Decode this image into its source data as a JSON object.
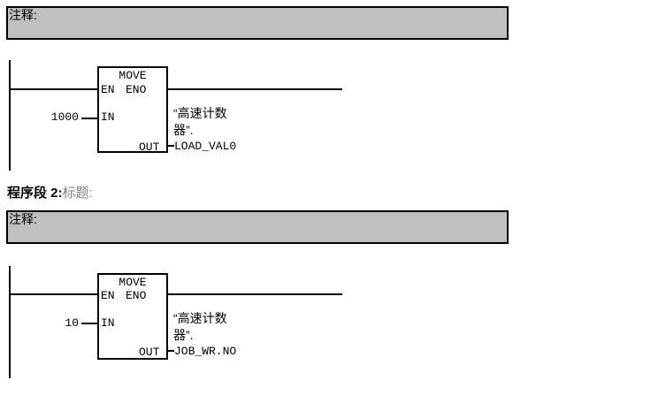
{
  "app": {
    "type": "plc-ladder-editor"
  },
  "colors": {
    "background": "#ffffff",
    "comment_bg": "#c0c0c0",
    "line": "#000000",
    "text": "#000000",
    "title_placeholder_text": "#808080"
  },
  "block_labels": {
    "title": "MOVE",
    "en": "EN",
    "eno": "ENO",
    "in": "IN",
    "out": "OUT"
  },
  "network1": {
    "comment": "注释:",
    "in_value": "1000",
    "operand_line1": "“高速计数",
    "operand_line2": "器”.",
    "operand_name": "LOAD_VAL0"
  },
  "network2": {
    "title_label": "程序段 2:",
    "title_placeholder": "标题:",
    "comment": "注释:",
    "in_value": "10",
    "operand_line1": "“高速计数",
    "operand_line2": "器”.",
    "operand_name": "JOB_WR.NO"
  }
}
